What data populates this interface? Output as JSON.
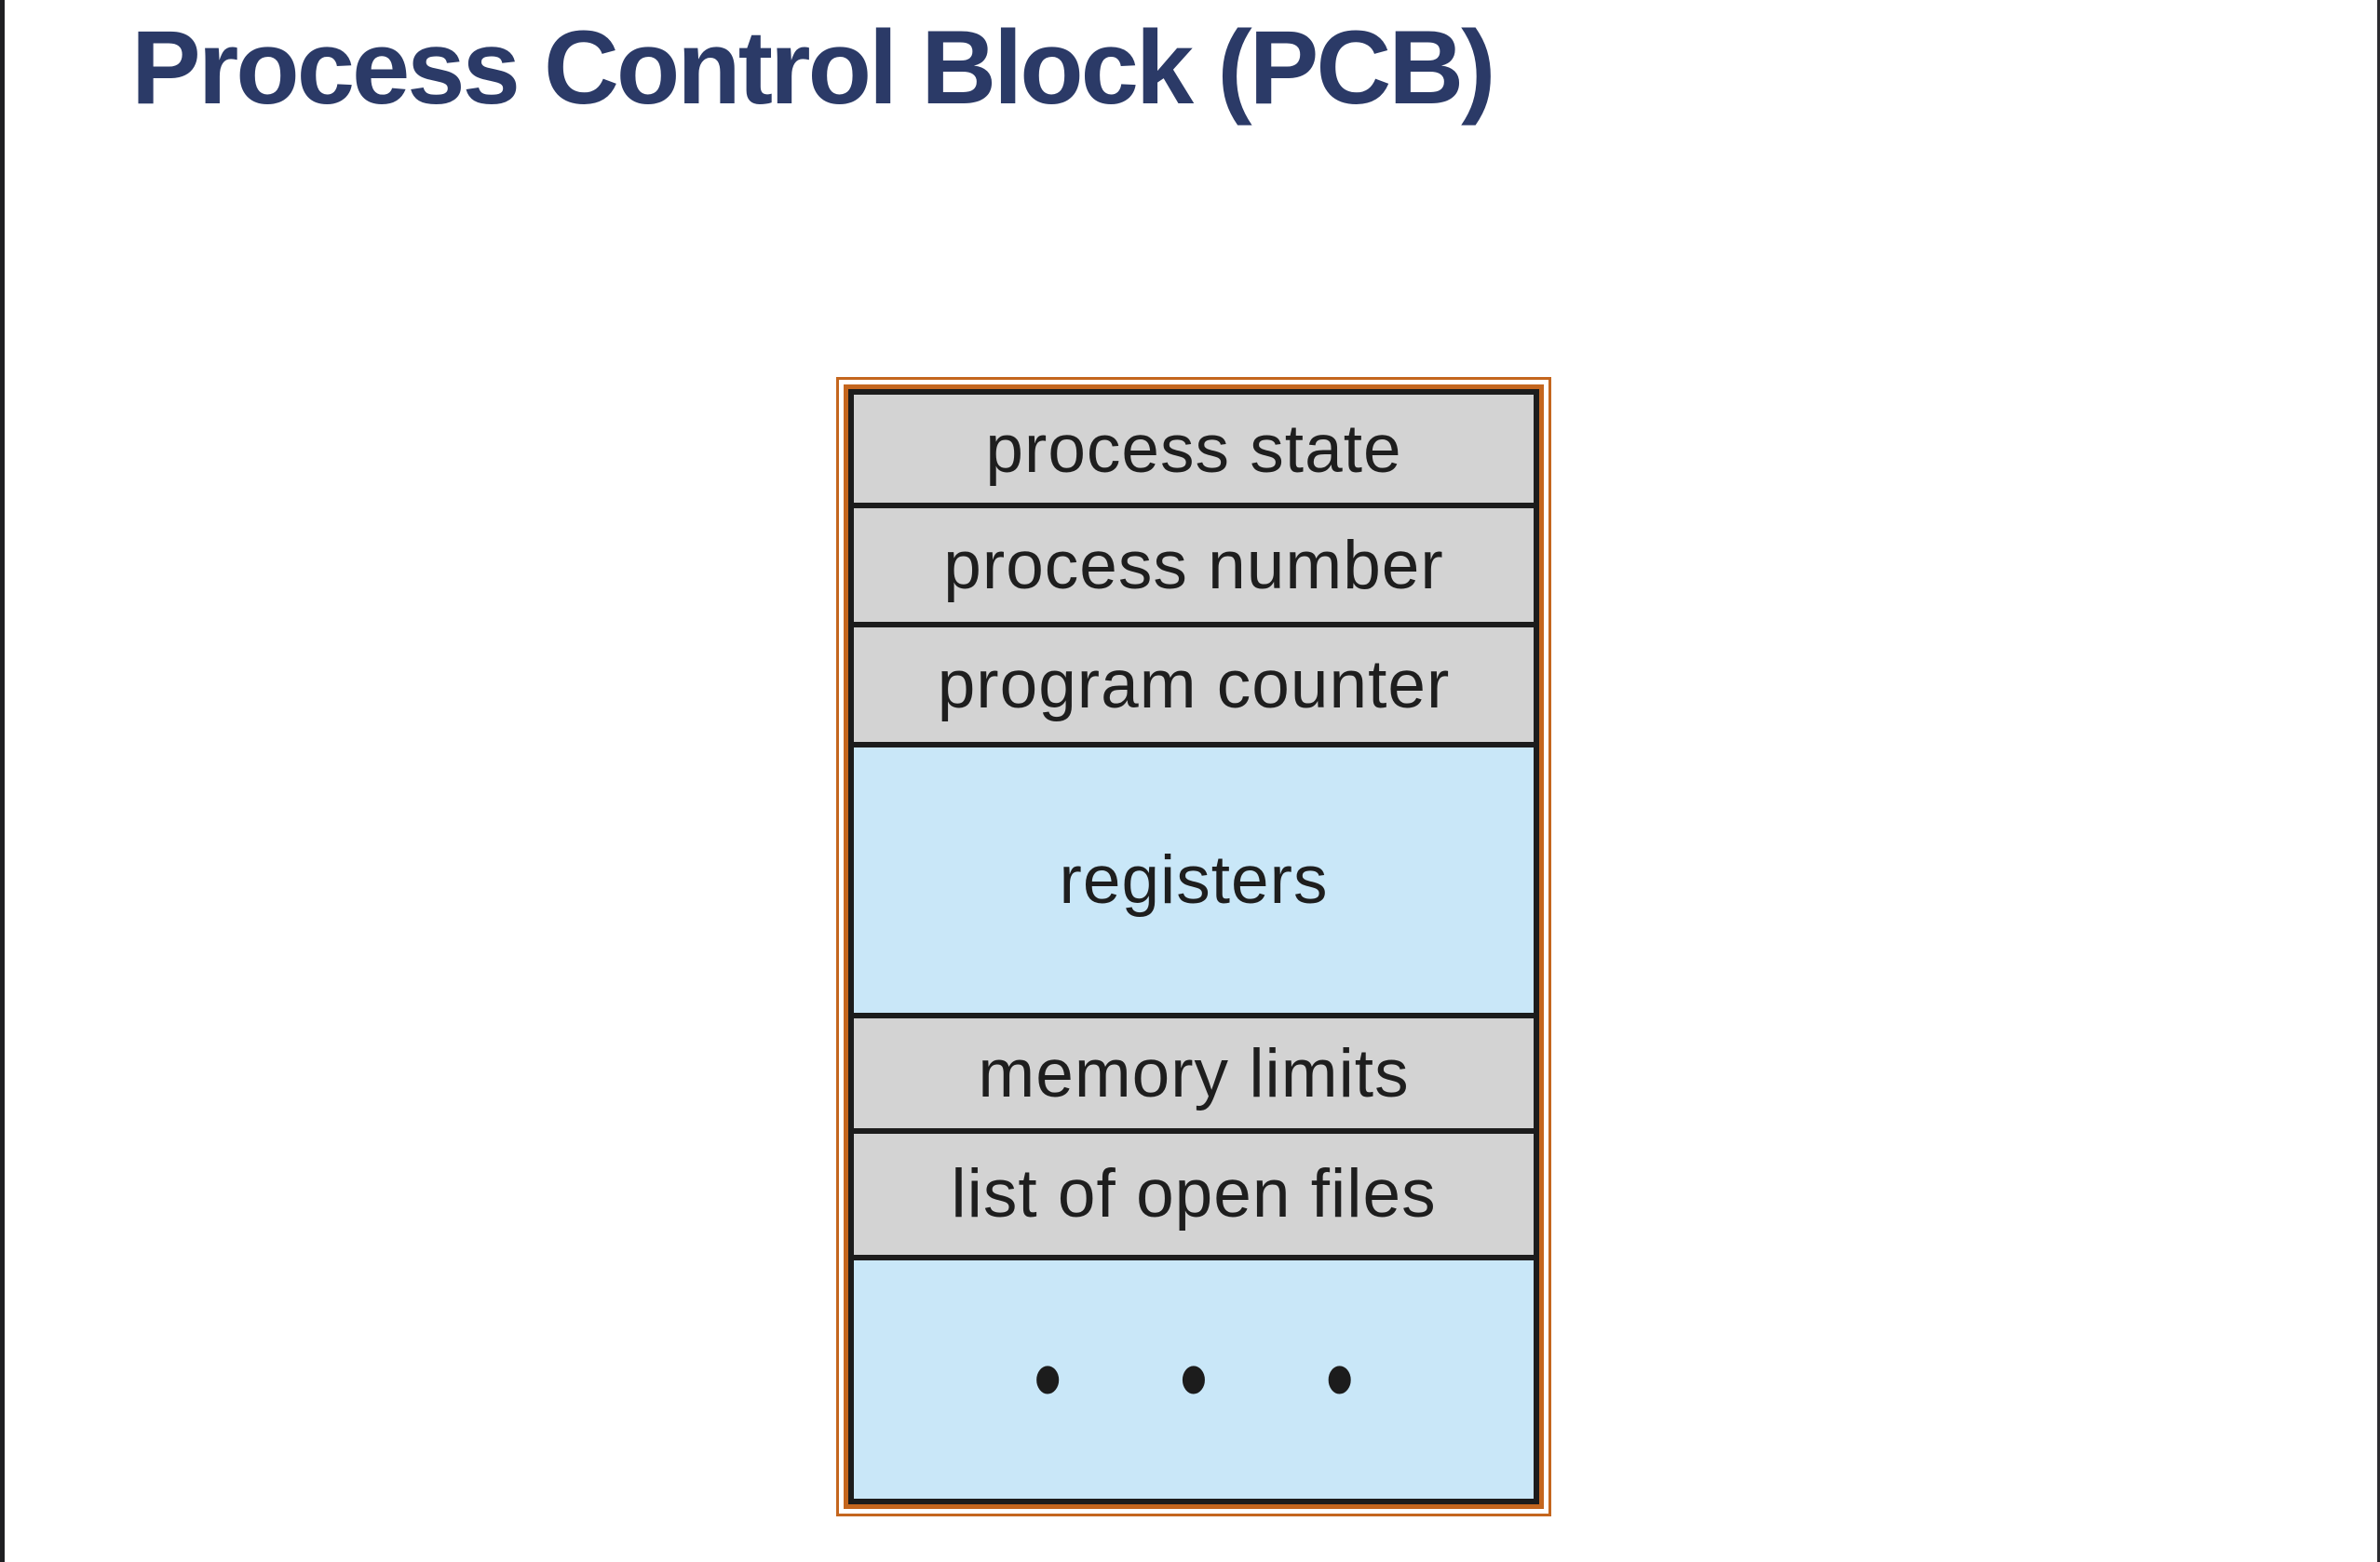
{
  "page": {
    "title": "Process Control Block (PCB)"
  },
  "diagram": {
    "name": "process-control-block-structure",
    "rows": [
      {
        "label": "process state",
        "bg": "gray"
      },
      {
        "label": "process number",
        "bg": "gray"
      },
      {
        "label": "program counter",
        "bg": "gray"
      },
      {
        "label": "registers",
        "bg": "blue"
      },
      {
        "label": "memory limits",
        "bg": "gray"
      },
      {
        "label": "list of open files",
        "bg": "gray"
      },
      {
        "label": "• • •",
        "bg": "blue"
      }
    ],
    "colors": {
      "title_navy": "#2b3a67",
      "cell_gray": "#d3d3d3",
      "cell_blue": "#c9e7f8",
      "frame_orange": "#c4661e",
      "divider_black": "#1c1c1c"
    }
  }
}
